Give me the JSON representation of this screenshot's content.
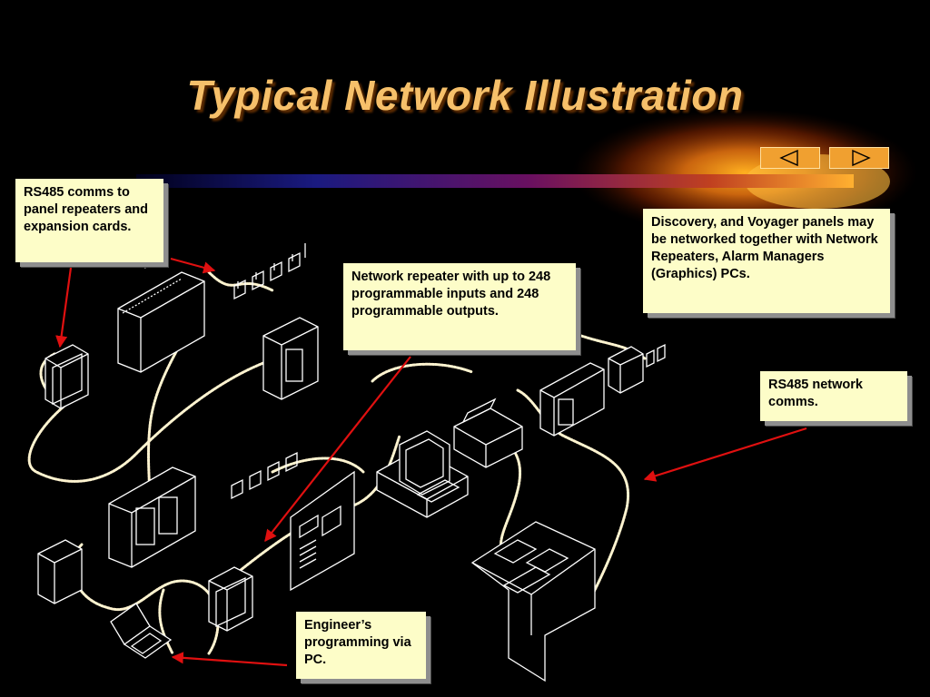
{
  "slide": {
    "title": "Typical Network Illustration",
    "colors": {
      "background": "#000000",
      "title": "#f6c06a",
      "note_fill": "#fdfdc8",
      "arrow": "#e01010",
      "cable": "#fff4d0",
      "nav_button": "#f0a030"
    }
  },
  "nav": {
    "prev_icon": "triangle-left-icon",
    "next_icon": "triangle-right-icon"
  },
  "notes": {
    "rs485_panel": "RS485 comms to panel repeaters and expansion cards.",
    "discovery": "Discovery, and Voyager panels may be networked together with Network Repeaters, Alarm Managers  (Graphics) PCs.",
    "repeater": "Network repeater with up to 248 programmable inputs and 248 programmable outputs.",
    "rs485_network": "RS485 network comms.",
    "engineer": "Engineer’s programming via PC."
  }
}
